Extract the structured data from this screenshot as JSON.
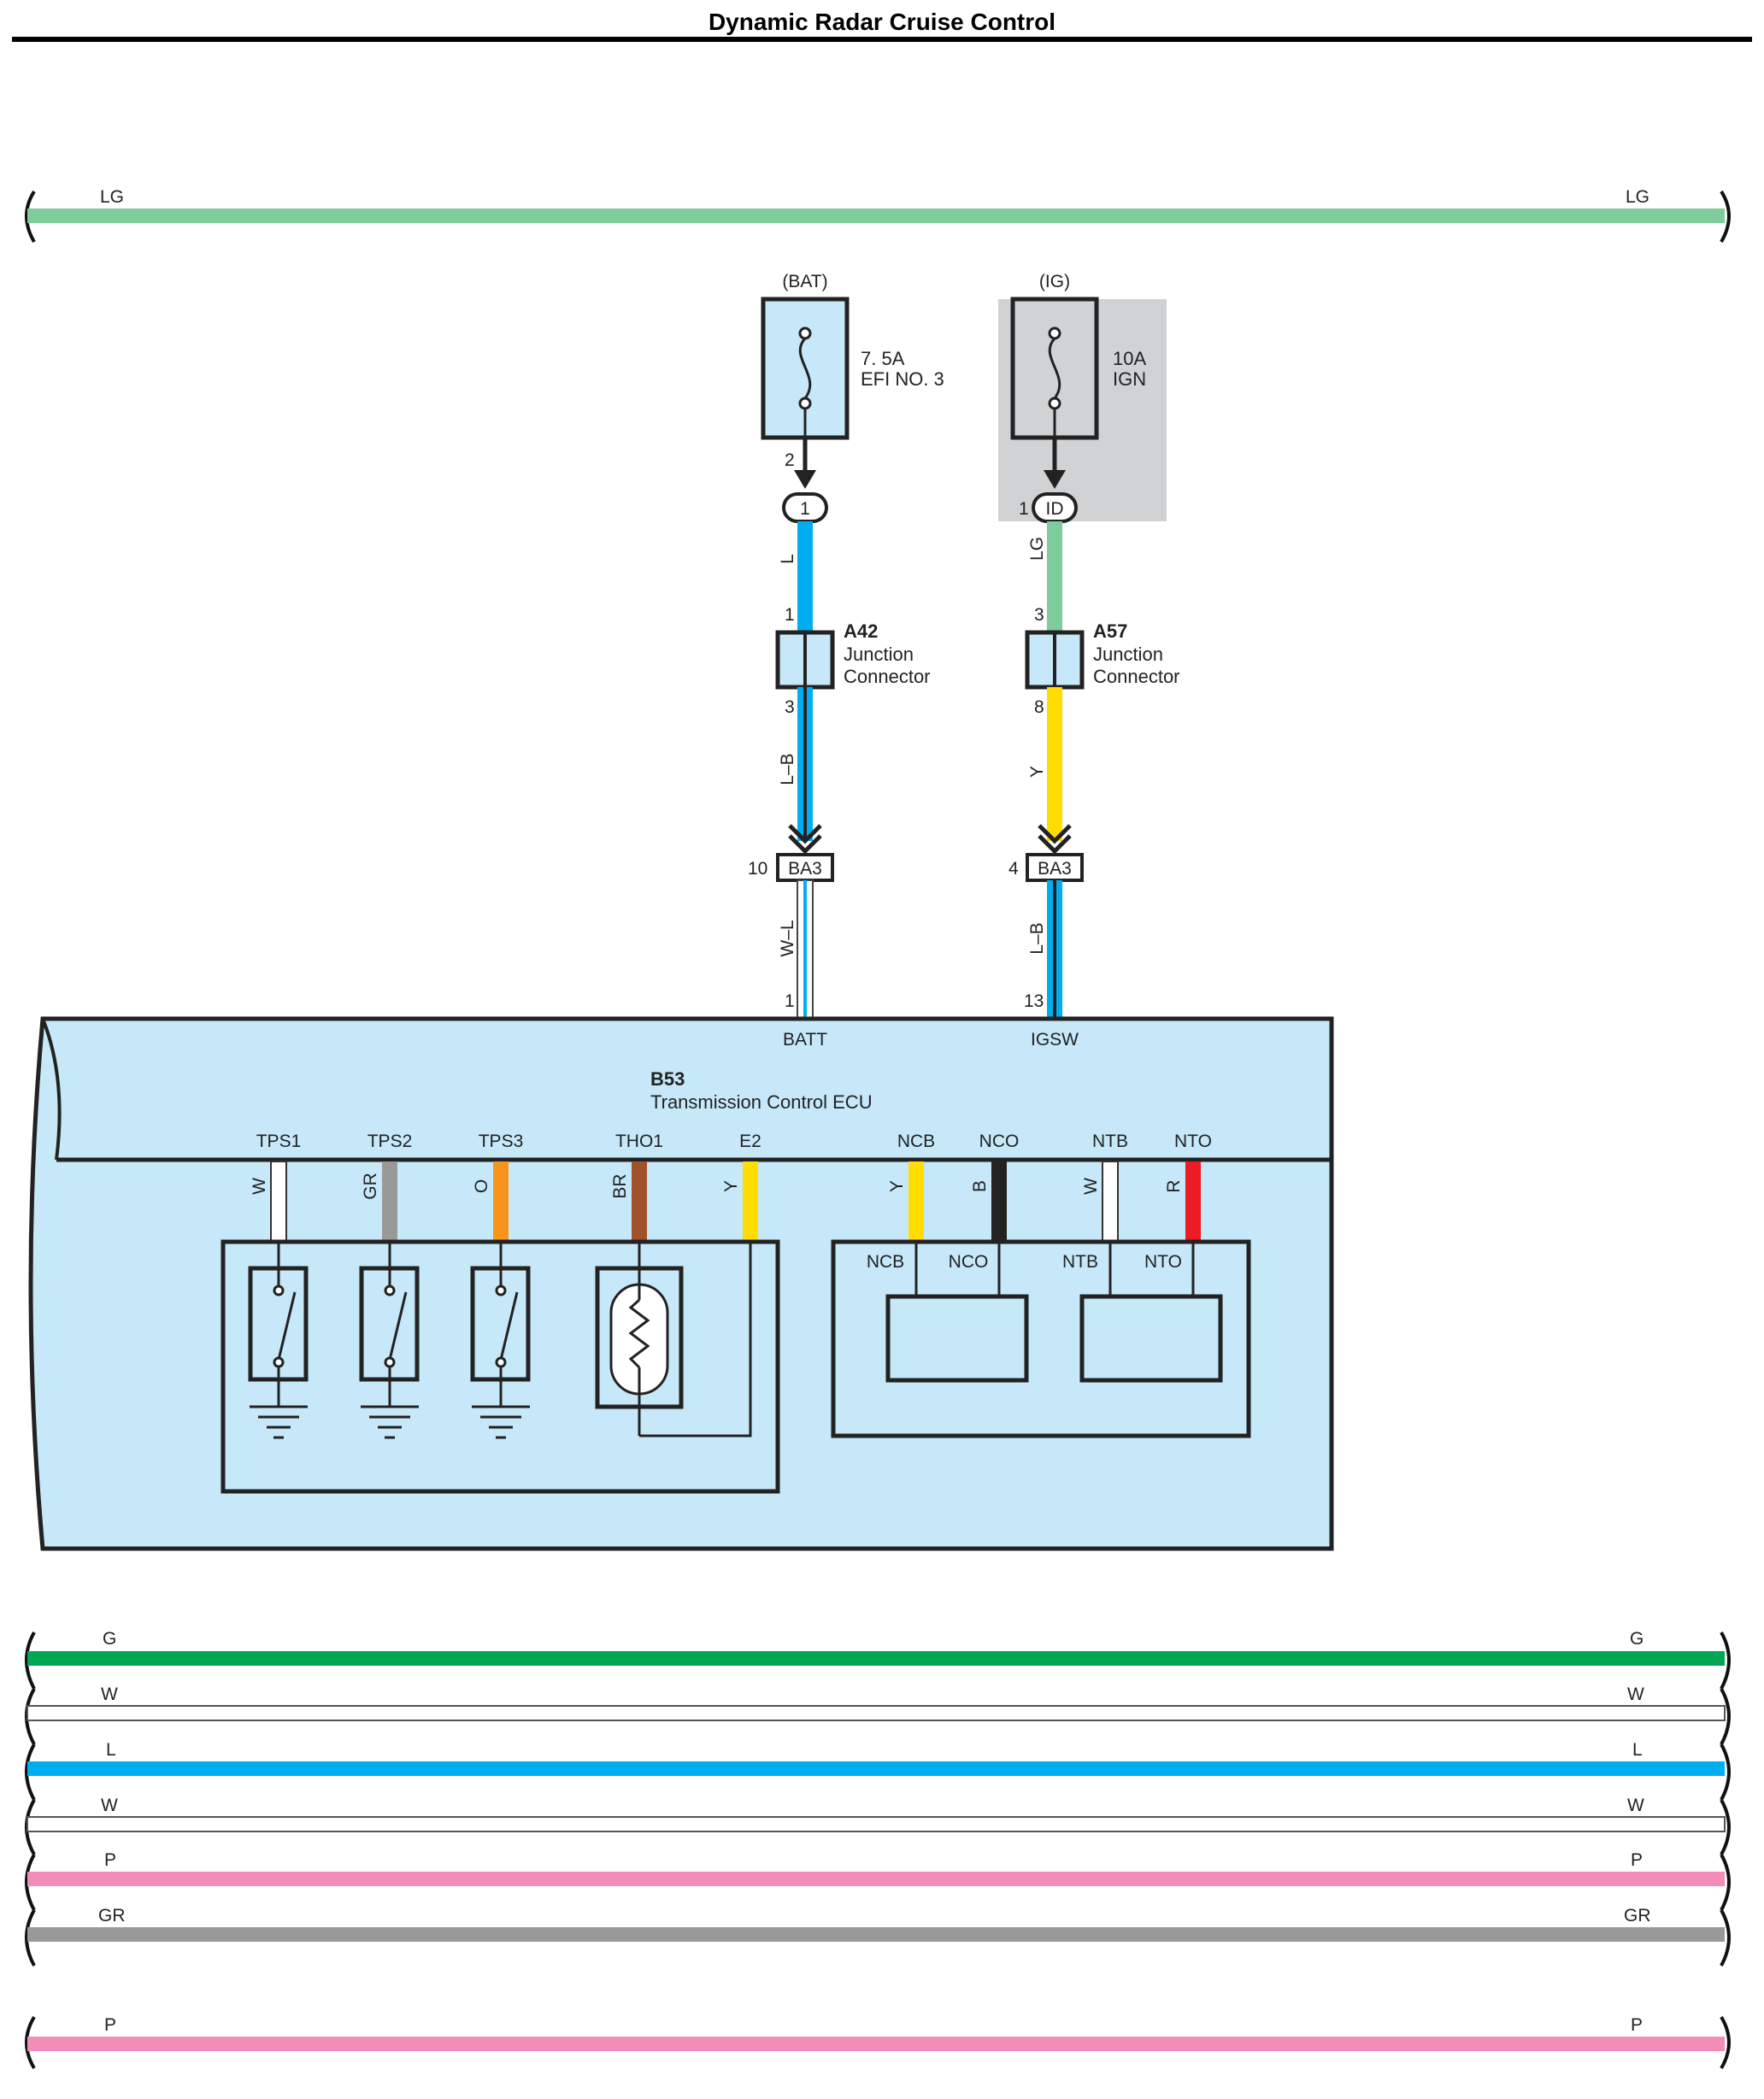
{
  "title": "Dynamic Radar Cruise Control",
  "colors": {
    "LG": "#7ecb9c",
    "G": "#00a651",
    "W": "#ffffff",
    "L": "#00aeef",
    "P": "#f28cb8",
    "GR": "#999999",
    "Y": "#ffdd00",
    "O": "#f7941d",
    "BR": "#a0522d",
    "B": "#222222",
    "R": "#ed1c24",
    "component_fill": "#c6e8f8",
    "ig_shade": "#d0d2d4"
  },
  "top_bus": {
    "left": "LG",
    "right": "LG"
  },
  "fuse_bat": {
    "source": "(BAT)",
    "rating": "7. 5A",
    "name": "EFI NO. 3",
    "pin": "2",
    "junction": "1"
  },
  "fuse_ig": {
    "source": "(IG)",
    "rating": "10A",
    "name": "IGN",
    "pin": "1",
    "junction": "ID"
  },
  "wire_l": "L",
  "wire_lg": "LG",
  "a42": {
    "id": "A42",
    "name1": "Junction",
    "name2": "Connector",
    "pin_in": "1",
    "pin_out": "3"
  },
  "a57": {
    "id": "A57",
    "name1": "Junction",
    "name2": "Connector",
    "pin_in": "3",
    "pin_out": "8"
  },
  "wire_lb": "L–B",
  "wire_y": "Y",
  "ba3_left": {
    "label": "BA3",
    "pin": "10"
  },
  "ba3_right": {
    "label": "BA3",
    "pin": "4"
  },
  "wire_wl": "W–L",
  "wire_lb2": "L–B",
  "ecu": {
    "id": "B53",
    "name": "Transmission Control ECU",
    "batt_pin": "1",
    "batt": "BATT",
    "igsw_pin": "13",
    "igsw": "IGSW",
    "terminals": [
      {
        "name": "TPS1",
        "wire": "W"
      },
      {
        "name": "TPS2",
        "wire": "GR"
      },
      {
        "name": "TPS3",
        "wire": "O"
      },
      {
        "name": "THO1",
        "wire": "BR"
      },
      {
        "name": "E2",
        "wire": "Y"
      },
      {
        "name": "NCB",
        "wire": "Y"
      },
      {
        "name": "NCO",
        "wire": "B"
      },
      {
        "name": "NTB",
        "wire": "W"
      },
      {
        "name": "NTO",
        "wire": "R"
      }
    ],
    "inner": {
      "ncb": "NCB",
      "nco": "NCO",
      "ntb": "NTB",
      "nto": "NTO"
    }
  },
  "buses": [
    {
      "left": "G",
      "right": "G"
    },
    {
      "left": "W",
      "right": "W"
    },
    {
      "left": "L",
      "right": "L"
    },
    {
      "left": "W",
      "right": "W"
    },
    {
      "left": "P",
      "right": "P"
    },
    {
      "left": "GR",
      "right": "GR"
    }
  ],
  "bottom_bus": {
    "left": "P",
    "right": "P"
  }
}
